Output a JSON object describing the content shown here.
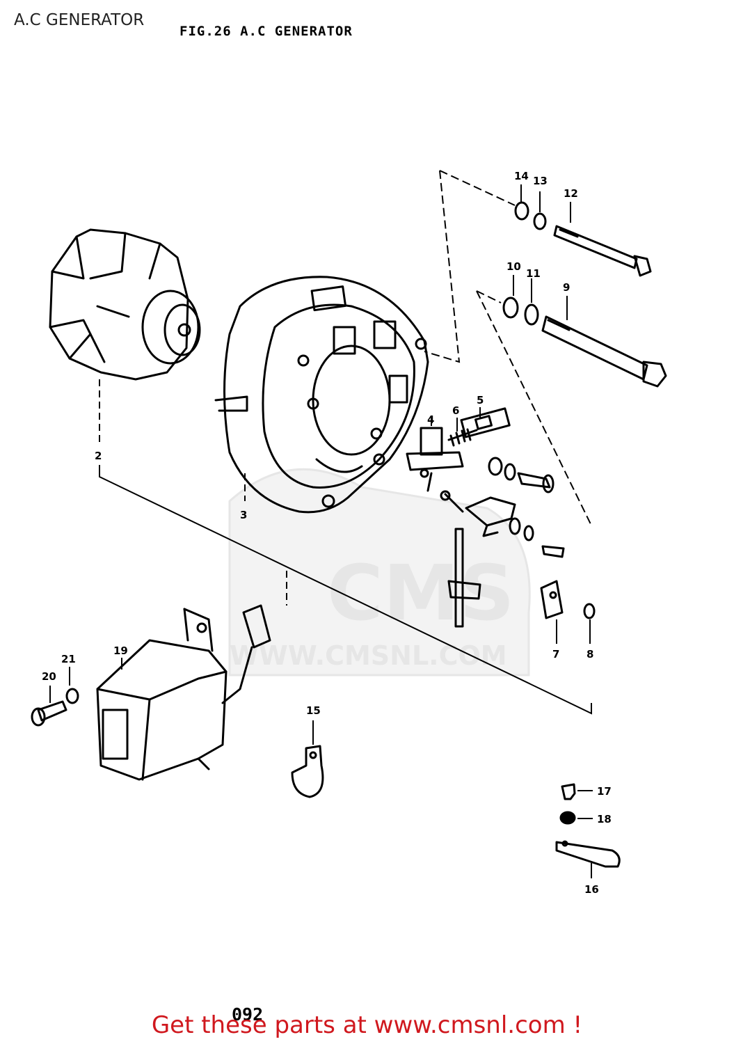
{
  "header": {
    "page_title": "A.C GENERATOR",
    "figure_title": "FIG.26  A.C GENERATOR"
  },
  "watermark": {
    "logo_text": "CMS",
    "url_text": "WWW.CMSNL.COM"
  },
  "diagram": {
    "part_labels": [
      "2",
      "3",
      "4",
      "5",
      "6",
      "7",
      "8",
      "9",
      "10",
      "11",
      "12",
      "13",
      "14",
      "15",
      "16",
      "17",
      "18",
      "19",
      "20",
      "21"
    ]
  },
  "footer": {
    "page_number": "092",
    "call_to_action": "Get these parts at www.cmsnl.com !",
    "cta_color": "#d0181e"
  }
}
